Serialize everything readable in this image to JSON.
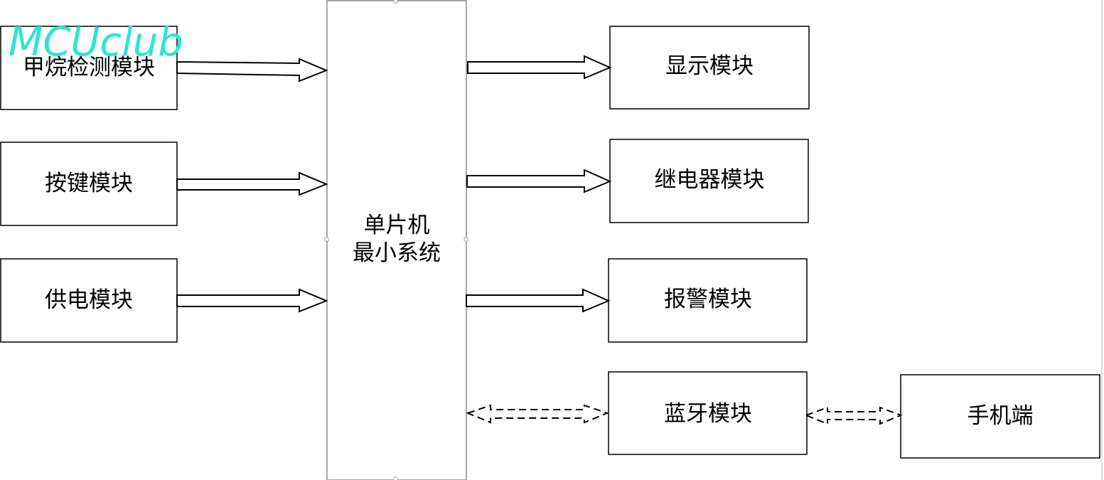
{
  "watermark": "MCUclub",
  "center": {
    "line1": "单片机",
    "line2": "最小系统"
  },
  "left_modules": [
    "甲烷检测模块",
    "按键模块",
    "供电模块"
  ],
  "right_modules": [
    "显示模块",
    "继电器模块",
    "报警模块",
    "蓝牙模块"
  ],
  "phone": "手机端",
  "colors": {
    "watermark": "#2ee6cf",
    "stroke": "#000000",
    "center_border": "#777777"
  }
}
